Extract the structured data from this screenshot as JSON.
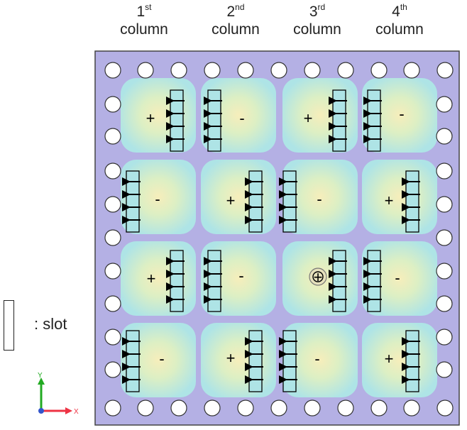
{
  "column_headers": [
    {
      "ordinal": "1",
      "suffix": "st",
      "word": "column"
    },
    {
      "ordinal": "2",
      "suffix": "nd",
      "word": "column"
    },
    {
      "ordinal": "3",
      "suffix": "rd",
      "word": "column"
    },
    {
      "ordinal": "4",
      "suffix": "th",
      "word": "column"
    }
  ],
  "cells": [
    [
      "+",
      "-",
      "+",
      "-"
    ],
    [
      "-",
      "+",
      "-",
      "+"
    ],
    [
      "+",
      "-",
      "⊕",
      "-"
    ],
    [
      "-",
      "+",
      "-",
      "+"
    ]
  ],
  "legend": {
    "label": ": slot"
  },
  "axis": {
    "y_label": "Y",
    "x_label": "X"
  },
  "colors": {
    "plate": "#b4b0e4",
    "field_outer": "#aee4e6",
    "field_mid": "#cfebc8",
    "field_center": "#f2ecbc",
    "slot_fill": "#aee4e6",
    "axis_y": "#22aa22",
    "axis_x": "#ee3344"
  }
}
